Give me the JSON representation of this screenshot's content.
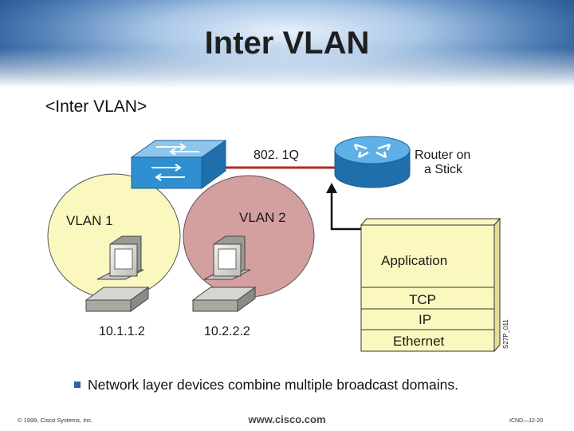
{
  "slide": {
    "title": "Inter VLAN",
    "subtitle": "<Inter VLAN>",
    "bullet": "Network layer devices combine multiple broadcast domains.",
    "footer_left": "© 1999, Cisco Systems, Inc.",
    "footer_center": "www.cisco.com",
    "footer_right": "ICND—12-20"
  },
  "diagram": {
    "trunk_label": "802. 1Q",
    "router_label_line1": "Router on",
    "router_label_line2": "a Stick",
    "vlan1_label": "VLAN 1",
    "vlan2_label": "VLAN 2",
    "host1_ip": "10.1.1.2",
    "host2_ip": "10.2.2.2",
    "stack_layers": [
      "Application",
      "TCP",
      "IP",
      "Ethernet"
    ],
    "figure_code": "S27P_011",
    "colors": {
      "vlan1": "#fbf8bf",
      "vlan2": "#d49f9f",
      "switch": "#2f8fd1",
      "router": "#2f8fd1",
      "trunk_link": "#b12a25",
      "stack": "#fbf8bf"
    }
  }
}
